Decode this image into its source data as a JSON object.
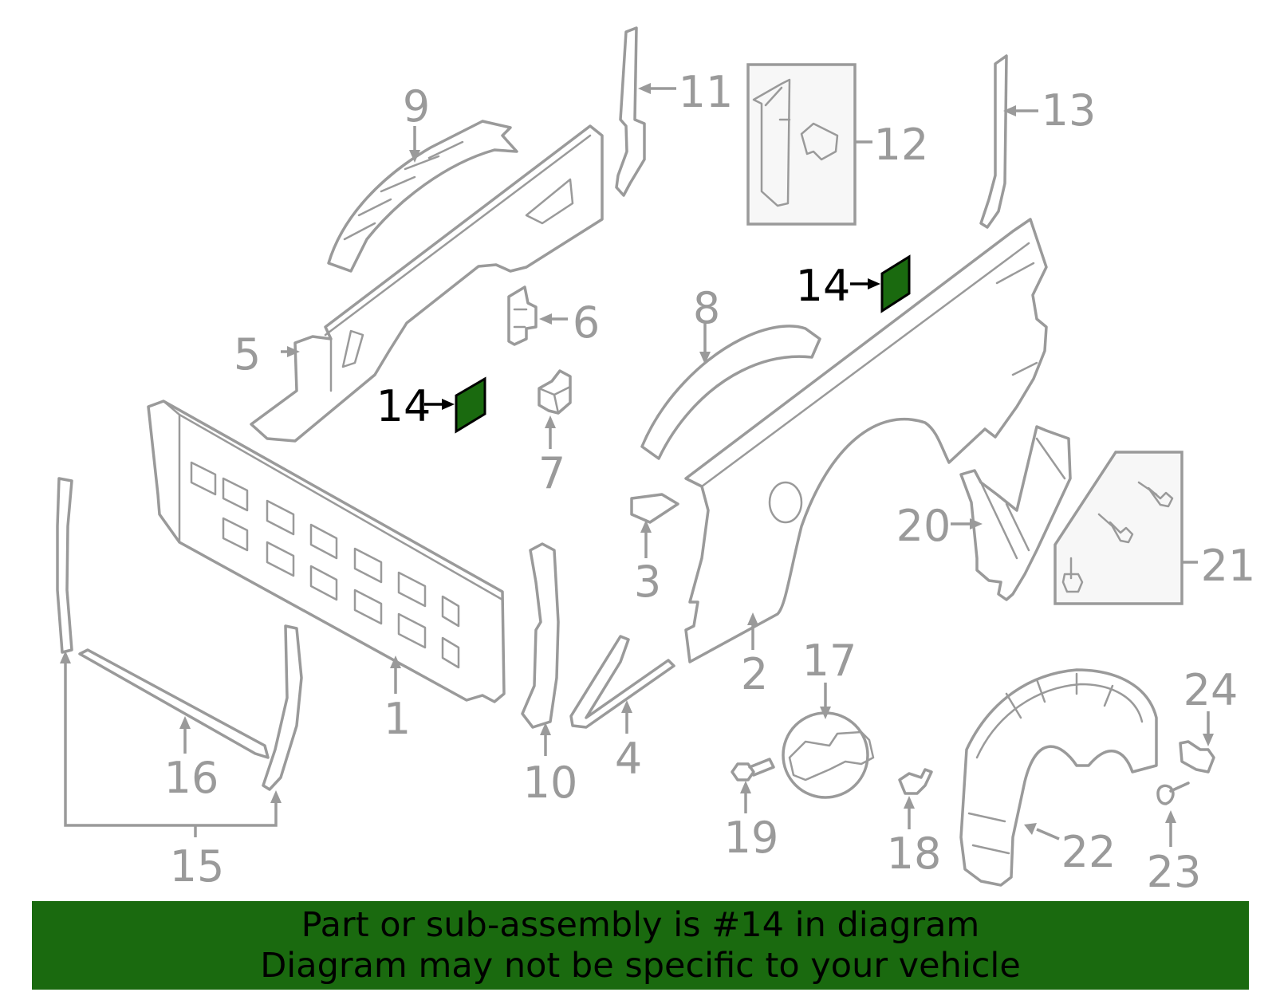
{
  "callouts": {
    "c1": "1",
    "c2": "2",
    "c3": "3",
    "c4": "4",
    "c5": "5",
    "c6": "6",
    "c7": "7",
    "c8": "8",
    "c9": "9",
    "c10": "10",
    "c11": "11",
    "c12": "12",
    "c13": "13",
    "c14a": "14",
    "c14b": "14",
    "c15": "15",
    "c16": "16",
    "c17": "17",
    "c18": "18",
    "c19": "19",
    "c20": "20",
    "c21": "21",
    "c22": "22",
    "c23": "23",
    "c24": "24"
  },
  "highlight": {
    "part_number": "14",
    "color": "#1a6a0f"
  },
  "colors": {
    "line": "#9a9a9a",
    "highlight_fill": "#1a6a0f",
    "banner_bg": "#1a6a0f"
  },
  "banner": {
    "line1": "Part or sub-assembly is #14 in diagram",
    "line2": "Diagram may not be specific to your vehicle"
  }
}
